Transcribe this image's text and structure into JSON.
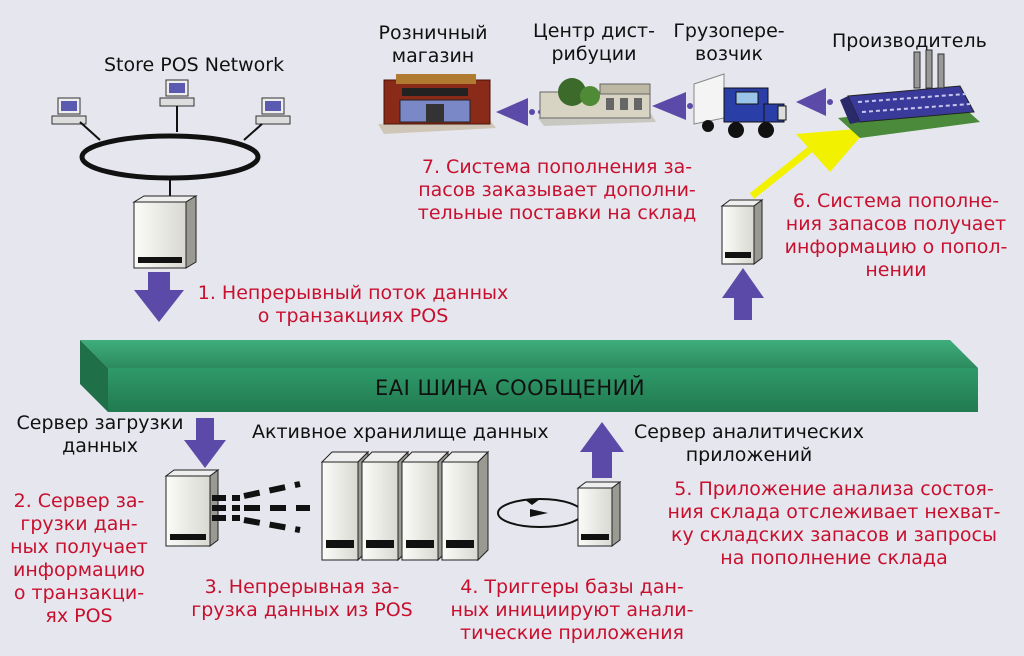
{
  "labels": {
    "store_pos_network": "Store POS Network",
    "retail_store": "Розничный\nмагазин",
    "distribution_center": "Центр дист-\nрибуции",
    "carrier": "Грузопере-\nвозчик",
    "manufacturer": "Производитель",
    "bus": "EAI ШИНА СООБЩЕНИЙ",
    "load_server": "Сервер загрузки\nданных",
    "active_warehouse": "Активное хранилище данных",
    "analytics_server": "Сервер аналитических\nприложений"
  },
  "steps": [
    "1. Непрерывный поток данных\nо транзакциях POS",
    "2. Сервер за-\nгрузки дан-\nных получает\nинформацию\nо транзакци-\nях POS",
    "3. Непрерывная за-\nгрузка данных из POS",
    "4. Триггеры базы дан-\nных инициируют анали-\nтические приложения",
    "5. Приложение анализа состоя-\nния склада отслеживает нехват-\nку складских запасов и запросы\nна пополнение склада",
    "6. Система пополне-\nния запасов получает\nинформацию о попол-\nнении",
    "7. Система пополнения за-\nпасов заказывает дополни-\nтельные поставки на склад"
  ],
  "colors": {
    "background": "#e6e6ee",
    "step_text": "#c8102e",
    "bus_green": "#2e8f63",
    "arrow_purple": "#5b4aa8",
    "signal_yellow": "#f2f200"
  }
}
